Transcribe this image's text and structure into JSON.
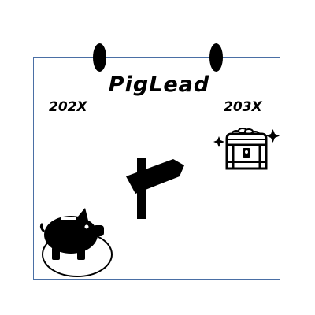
{
  "card": {
    "title": "PigLead",
    "start_label": "202X",
    "end_label": "203X"
  },
  "icons": {
    "start": "piggy-bank-icon",
    "middle": "signpost-icon",
    "end": "treasure-chest-icon"
  },
  "colors": {
    "frame": "#4a6fa5",
    "ink": "#000000"
  }
}
